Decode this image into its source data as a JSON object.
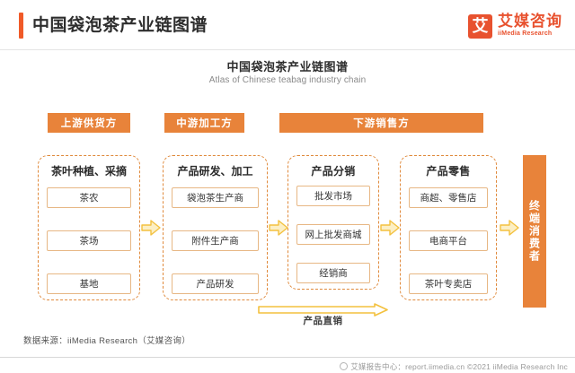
{
  "header": {
    "title": "中国袋泡茶产业链图谱",
    "logo": {
      "mark": "艾",
      "name_cn": "艾媒咨询",
      "name_en": "iiMedia Research"
    }
  },
  "chart": {
    "title": "中国袋泡茶产业链图谱",
    "subtitle": "Atlas of Chinese teabag industry chain"
  },
  "chart_data": {
    "type": "diagram",
    "title": "中国袋泡茶产业链图谱",
    "subtitle": "Atlas of Chinese teabag industry chain",
    "stages": [
      {
        "label": "上游供货方",
        "span": 1
      },
      {
        "label": "中游加工方",
        "span": 1
      },
      {
        "label": "下游销售方",
        "span": 2
      }
    ],
    "groups": [
      {
        "title": "茶叶种植、采摘",
        "items": [
          "茶农",
          "茶场",
          "基地"
        ]
      },
      {
        "title": "产品研发、加工",
        "items": [
          "袋泡茶生产商",
          "附件生产商",
          "产品研发"
        ]
      },
      {
        "title": "产品分销",
        "items": [
          "批发市场",
          "网上批发商城",
          "经销商"
        ]
      },
      {
        "title": "产品零售",
        "items": [
          "商超、零售店",
          "电商平台",
          "茶叶专卖店"
        ]
      }
    ],
    "terminal": "终端消费者",
    "bypass_flow": {
      "label": "产品直销",
      "from": "产品研发、加工",
      "to": "产品零售"
    },
    "arrow_count": 4,
    "colors": {
      "accent": "#E8833A",
      "arrow": "#F5C141",
      "box_border": "#E7B784",
      "dashed": "#E08A3C"
    }
  },
  "consumer": {
    "label": "终端消费者"
  },
  "direct": {
    "label": "产品直销"
  },
  "source": {
    "text": "数据来源：iiMedia Research（艾媒咨询）"
  },
  "footer": {
    "text": "艾媒报告中心：report.iimedia.cn  ©2021  iiMedia Research Inc"
  }
}
